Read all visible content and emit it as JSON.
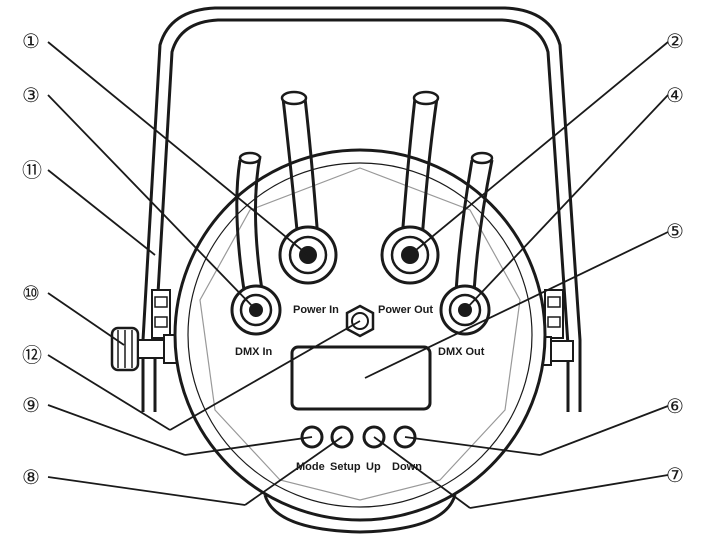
{
  "connectors": {
    "power_in": "Power In",
    "power_out": "Power Out",
    "dmx_in": "DMX In",
    "dmx_out": "DMX Out"
  },
  "buttons": {
    "mode": "Mode",
    "setup": "Setup",
    "up": "Up",
    "down": "Down"
  },
  "callouts": [
    "①",
    "②",
    "③",
    "④",
    "⑤",
    "⑥",
    "⑦",
    "⑧",
    "⑨",
    "⑩",
    "⑪",
    "⑫"
  ],
  "colors": {
    "line": "#1a1a1a",
    "background": "#ffffff"
  }
}
